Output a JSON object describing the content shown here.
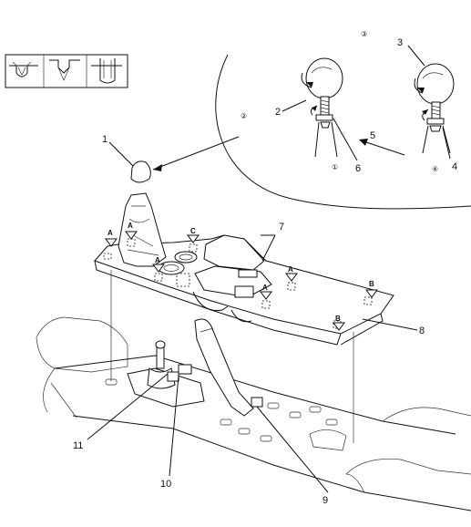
{
  "callouts": {
    "c1": "1",
    "c2": "2",
    "c3": "3",
    "c4": "4",
    "c5": "5",
    "c6": "6",
    "c7": "7",
    "c8": "8",
    "c9": "9",
    "c10": "10",
    "c11": "11"
  },
  "steps": {
    "s1": "①",
    "s2": "②",
    "s3": "③",
    "s4": "④"
  },
  "clips": {
    "a": "A",
    "b": "B",
    "c": "C"
  }
}
